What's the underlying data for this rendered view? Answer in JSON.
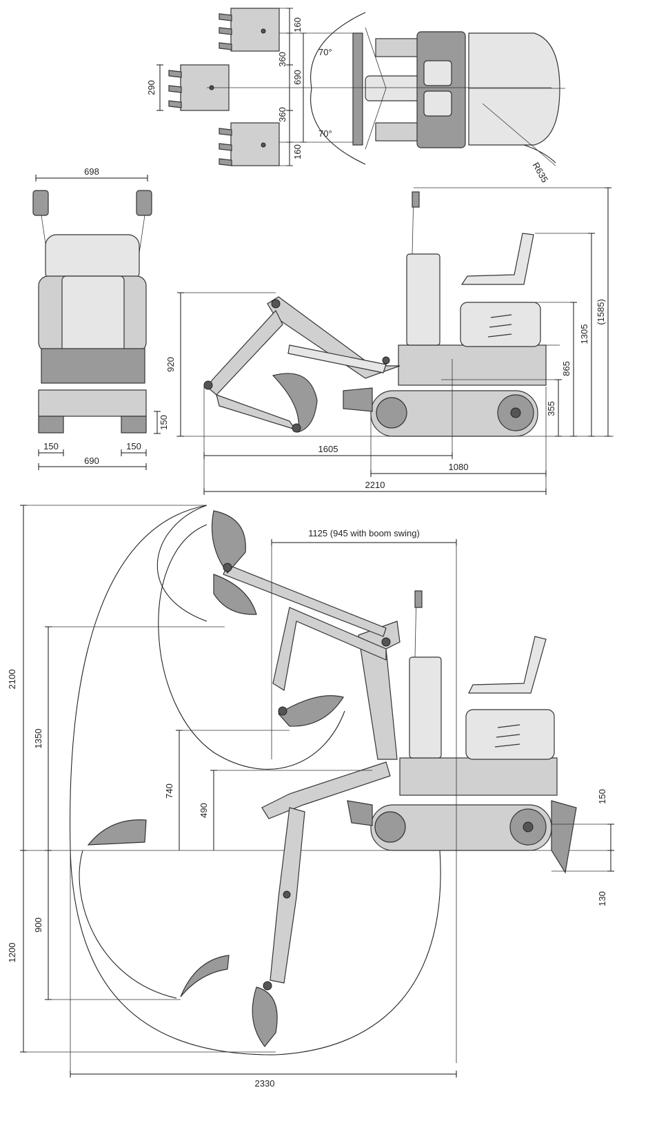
{
  "top_view": {
    "dims": {
      "bucket_edge_top": "160",
      "offset_left": "360",
      "track_width": "690",
      "bucket_width": "290",
      "offset_right": "360",
      "bucket_edge_bottom": "160",
      "swing_angle_upper": "70°",
      "swing_angle_lower": "70°",
      "tail_radius": "R635"
    }
  },
  "front_view": {
    "dims": {
      "mirror_width": "698",
      "blade_height": "150",
      "blade_extension_left": "150",
      "blade_extension_right": "150",
      "blade_width": "690"
    }
  },
  "side_view": {
    "dims": {
      "arm_height": "920",
      "overall_height": "(1585)",
      "seat_height": "1305",
      "body_height": "865",
      "track_height": "355",
      "front_reach": "1605",
      "track_length": "1080",
      "overall_length": "2210"
    }
  },
  "working_range": {
    "dims": {
      "min_swing_radius": "1125 (945 with boom swing)",
      "max_height": "2100",
      "dump_height": "1350",
      "reach_740": "740",
      "reach_490": "490",
      "blade_up": "150",
      "blade_down": "130",
      "dig_depth_vertical": "900",
      "max_dig_depth": "1200",
      "max_reach": "2330"
    }
  }
}
